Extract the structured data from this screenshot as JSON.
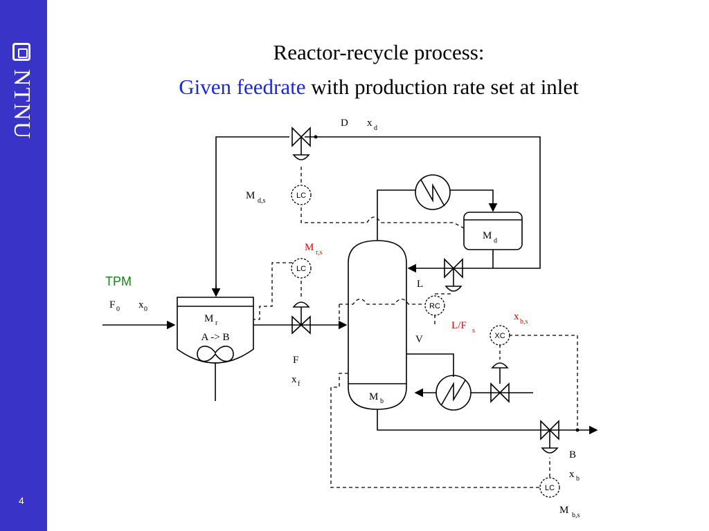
{
  "sidebar": {
    "brand": "NTNU",
    "slide_number": "4",
    "colors": {
      "background": "#3a33c8",
      "text": "#ffffff"
    }
  },
  "title": {
    "line1": "Reactor-recycle process:",
    "line2_highlight": "Given feedrate",
    "line2_rest": " with production rate set at inlet",
    "highlight_color": "#1a2ad8"
  },
  "diagram": {
    "tpm_label": "TPM",
    "tpm_color": "#0a8a0a",
    "highlight_color": "#e00000",
    "feed": {
      "flow": "F",
      "flow_sub": "0",
      "comp": "x",
      "comp_sub": "0"
    },
    "reactor": {
      "holdup": "M",
      "holdup_sub": "r",
      "reaction": "A -> B"
    },
    "reactor_outlet": {
      "flow": "F",
      "comp": "x",
      "comp_sub": "f"
    },
    "distillate": {
      "flow": "D",
      "comp": "x",
      "comp_sub": "d"
    },
    "condenser_drum": {
      "holdup": "M",
      "holdup_sub": "d"
    },
    "reflux": {
      "flow": "L"
    },
    "boilup": {
      "flow": "V"
    },
    "bottoms": {
      "flow": "B",
      "comp": "x",
      "comp_sub": "b"
    },
    "column_bottom": {
      "holdup": "M",
      "holdup_sub": "b"
    },
    "controllers": {
      "lc_drum": "LC",
      "lc_reactor": "LC",
      "rc": "RC",
      "xc": "XC",
      "lc_bottom": "LC"
    },
    "setpoints": {
      "md_s": {
        "main": "M",
        "sub": "d,s"
      },
      "mr_s": {
        "main": "M",
        "sub": "r,s"
      },
      "ratio": {
        "main": "L/F",
        "sub": "s"
      },
      "xb_s": {
        "main": "x",
        "sub": "b,s"
      },
      "mb_s": {
        "main": "M",
        "sub": "b,s"
      }
    }
  }
}
